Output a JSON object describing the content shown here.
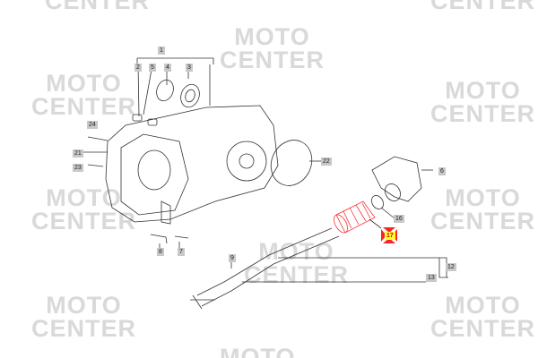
{
  "watermark": {
    "line1": "MOTO",
    "line2": "CENTER"
  },
  "callouts": {
    "p1": "1",
    "p2": "2",
    "p3": "3",
    "p4": "4",
    "p5": "5",
    "p6": "6",
    "p7": "7",
    "p8": "8",
    "p9": "9",
    "p12": "12",
    "p13": "13",
    "p16": "16",
    "p17": "17",
    "p21": "21",
    "p22": "22",
    "p23": "23",
    "p24": "24"
  },
  "colors": {
    "highlight_part": "#ff3333",
    "highlight_label": "#ffff33",
    "line": "#333333"
  }
}
